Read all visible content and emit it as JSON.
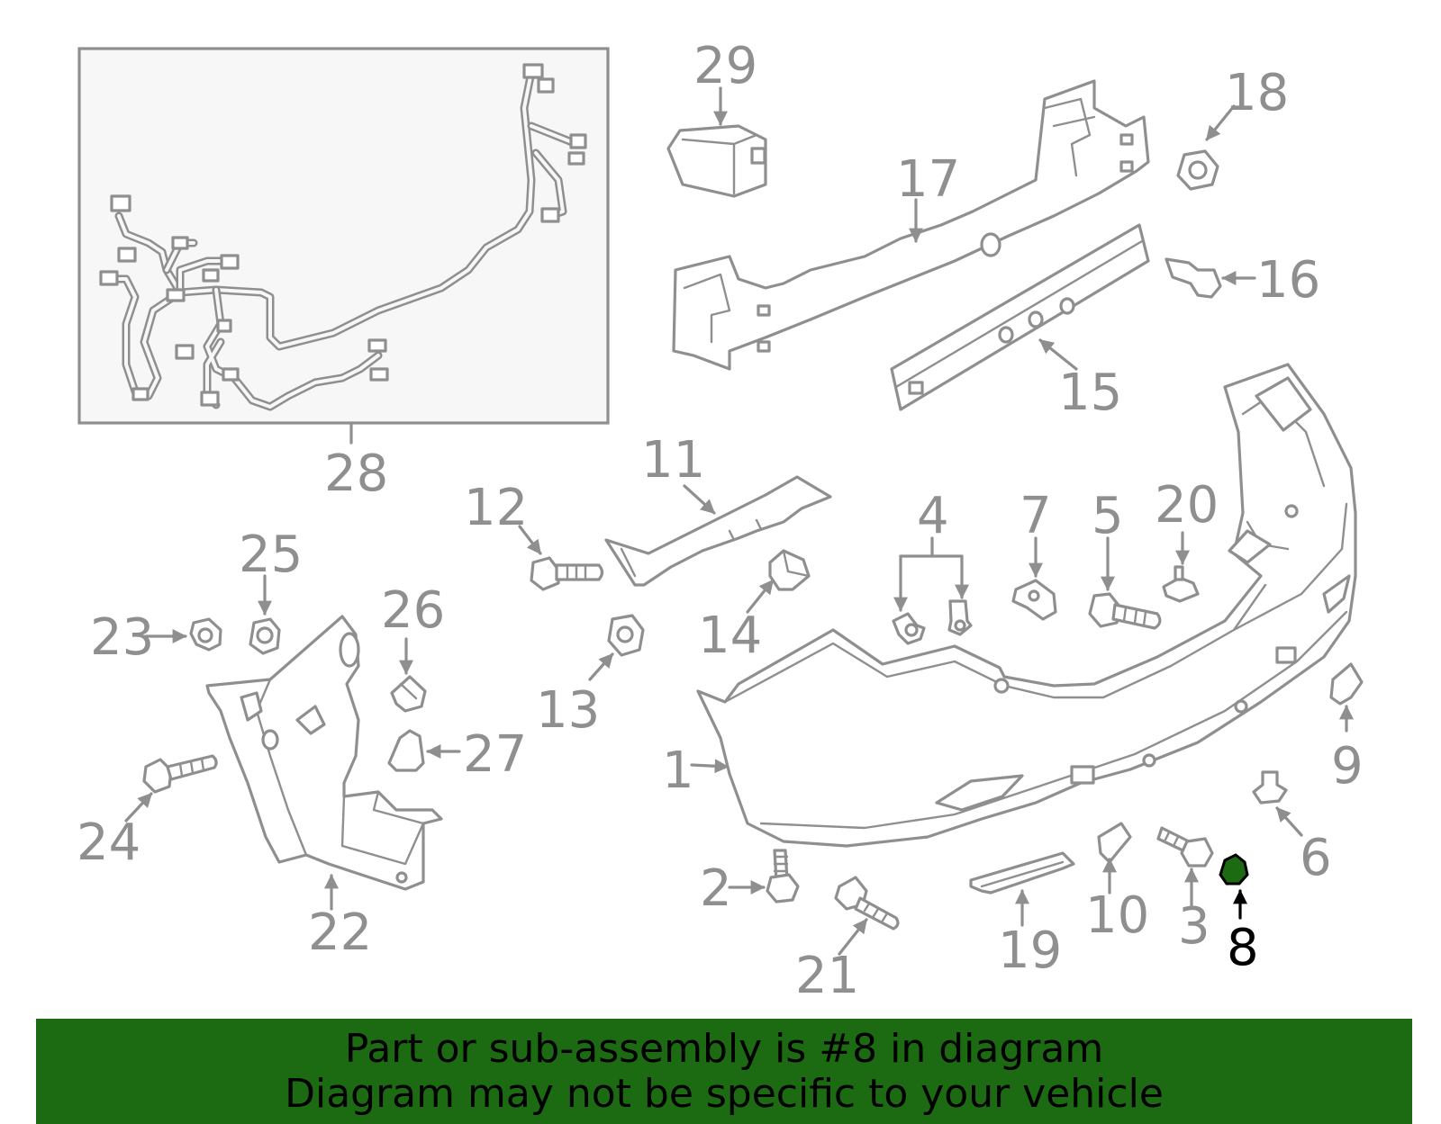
{
  "banner": {
    "line1": "Part or sub-assembly is #8 in diagram",
    "line2": "Diagram may not be specific to your vehicle"
  },
  "highlight": {
    "part_number": "8",
    "color": "#1c6a12"
  },
  "colors": {
    "line": "#8f8f8f",
    "banner_bg": "#1c6a12",
    "inset_bg": "#f7f7f7"
  },
  "callouts": {
    "c1": "1",
    "c2": "2",
    "c3": "3",
    "c4": "4",
    "c5": "5",
    "c6": "6",
    "c7": "7",
    "c8": "8",
    "c9": "9",
    "c10": "10",
    "c11": "11",
    "c12": "12",
    "c13": "13",
    "c14": "14",
    "c15": "15",
    "c16": "16",
    "c17": "17",
    "c18": "18",
    "c19": "19",
    "c20": "20",
    "c21": "21",
    "c22": "22",
    "c23": "23",
    "c24": "24",
    "c25": "25",
    "c26": "26",
    "c27": "27",
    "c28": "28",
    "c29": "29"
  }
}
